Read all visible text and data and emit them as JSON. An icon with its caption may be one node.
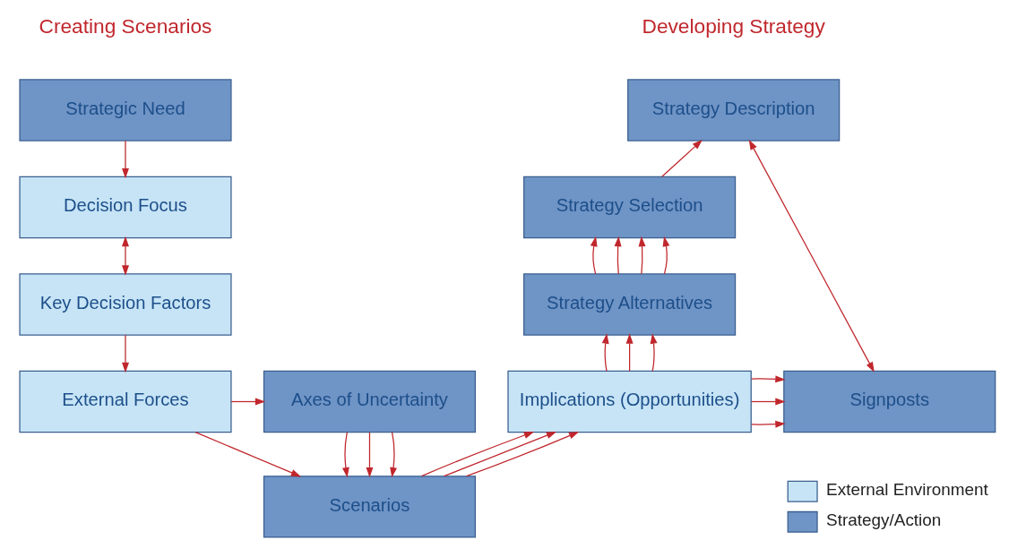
{
  "diagram": {
    "nodes": [
      {
        "text": [
          "Strategic Need"
        ]
      },
      {
        "text": [
          "Decision Focus"
        ]
      },
      {
        "text": [
          "Key Decision Factors"
        ]
      },
      {
        "text": [
          "External Forces"
        ]
      },
      {
        "text": [
          "Axes of Uncertainty"
        ]
      },
      {
        "text": [
          "Scenarios"
        ]
      },
      {
        "text": [
          "Strategy Description"
        ]
      },
      {
        "text": [
          "Strategy Selection"
        ]
      },
      {
        "text": [
          "Strategy Alternatives"
        ]
      },
      {
        "text": [
          "Implications (Opportunities)"
        ]
      },
      {
        "text": [
          "Signposts"
        ]
      }
    ],
    "edges": [
      {
        "from": 0,
        "to": 1,
        "arrow": "to"
      },
      {
        "from": 1,
        "to": 2,
        "arrow": "both"
      },
      {
        "from": 2,
        "to": 3,
        "arrow": "to"
      },
      {
        "from": 3,
        "to": 4,
        "arrow": "to"
      },
      {
        "from": 3,
        "to": 5,
        "arrow": "to"
      },
      {
        "from": 4,
        "to": 5,
        "arrow": "to"
      },
      {
        "from": 4,
        "to": 5,
        "arrow": "to"
      },
      {
        "from": 4,
        "to": 5,
        "arrow": "to"
      },
      {
        "from": 5,
        "to": 9,
        "arrow": "to"
      },
      {
        "from": 5,
        "to": 9,
        "arrow": "to"
      },
      {
        "from": 5,
        "to": 9,
        "arrow": "to"
      },
      {
        "from": 9,
        "to": 8,
        "arrow": "to"
      },
      {
        "from": 9,
        "to": 8,
        "arrow": "to"
      },
      {
        "from": 9,
        "to": 8,
        "arrow": "to"
      },
      {
        "from": 8,
        "to": 7,
        "arrow": "to"
      },
      {
        "from": 8,
        "to": 7,
        "arrow": "to"
      },
      {
        "from": 8,
        "to": 7,
        "arrow": "to"
      },
      {
        "from": 8,
        "to": 7,
        "arrow": "to"
      },
      {
        "from": 7,
        "to": 6,
        "arrow": "to"
      },
      {
        "from": 6,
        "to": 10,
        "arrow": "both"
      },
      {
        "from": 9,
        "to": 10,
        "arrow": "to"
      },
      {
        "from": 9,
        "to": 10,
        "arrow": "to"
      },
      {
        "from": 9,
        "to": 10,
        "arrow": "to"
      }
    ],
    "labels": [
      "Creating Scenarios",
      "Developing Strategy"
    ],
    "legend": [
      {
        "text": "External Environment",
        "color": "#c6e4f6"
      },
      {
        "text": "Strategy/Action",
        "color": "#6f94c6"
      }
    ]
  }
}
